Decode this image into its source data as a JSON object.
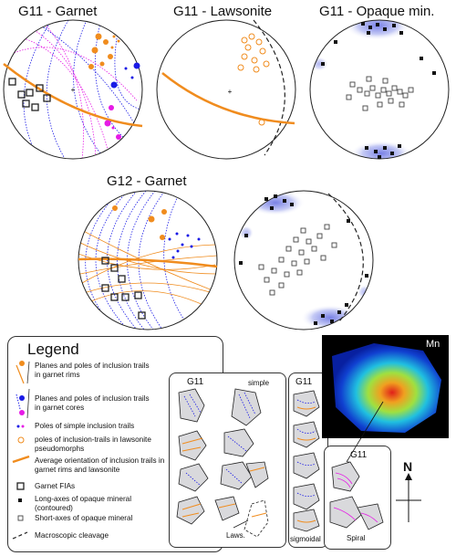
{
  "titles": {
    "g11_garnet": "G11 - Garnet",
    "g11_lawsonite": "G11 - Lawsonite",
    "g11_opaque": "G11 - Opaque min.",
    "g12_garnet": "G12 - Garnet"
  },
  "legend": {
    "title": "Legend",
    "items": {
      "rims": "Planes and poles of inclusion trails in garnet rims",
      "cores": "Planes and poles of inclusion trails in garnet cores",
      "simple": "Poles of simple  inclusion trails",
      "lawsonite": "poles of inclusion-trails in lawsonite pseudomorphs",
      "average": "Average orientation of inclusion trails in garnet rims and lawsonite",
      "fia": "Garnet FIAs",
      "long_axes": "Long-axes of opaque mineral (contoured)",
      "short_axes": "Short-axes of opaque mineral",
      "cleavage": "Macroscopic cleavage"
    }
  },
  "panels": {
    "simple": {
      "title": "G11",
      "subtitle": "simple",
      "laws_label": "Laws."
    },
    "sigmoidal": {
      "title": "G11",
      "subtitle": "sigmoidal"
    },
    "spiral": {
      "title": "G11",
      "subtitle": "Spiral"
    },
    "mn_map": {
      "label": "Mn"
    }
  },
  "compass": {
    "north": "N"
  },
  "colors": {
    "rim": "#f08c1e",
    "core": "#1a1ae6",
    "simple": "#e61ae6",
    "contour": "#b8bff2",
    "fia": "#222222"
  }
}
